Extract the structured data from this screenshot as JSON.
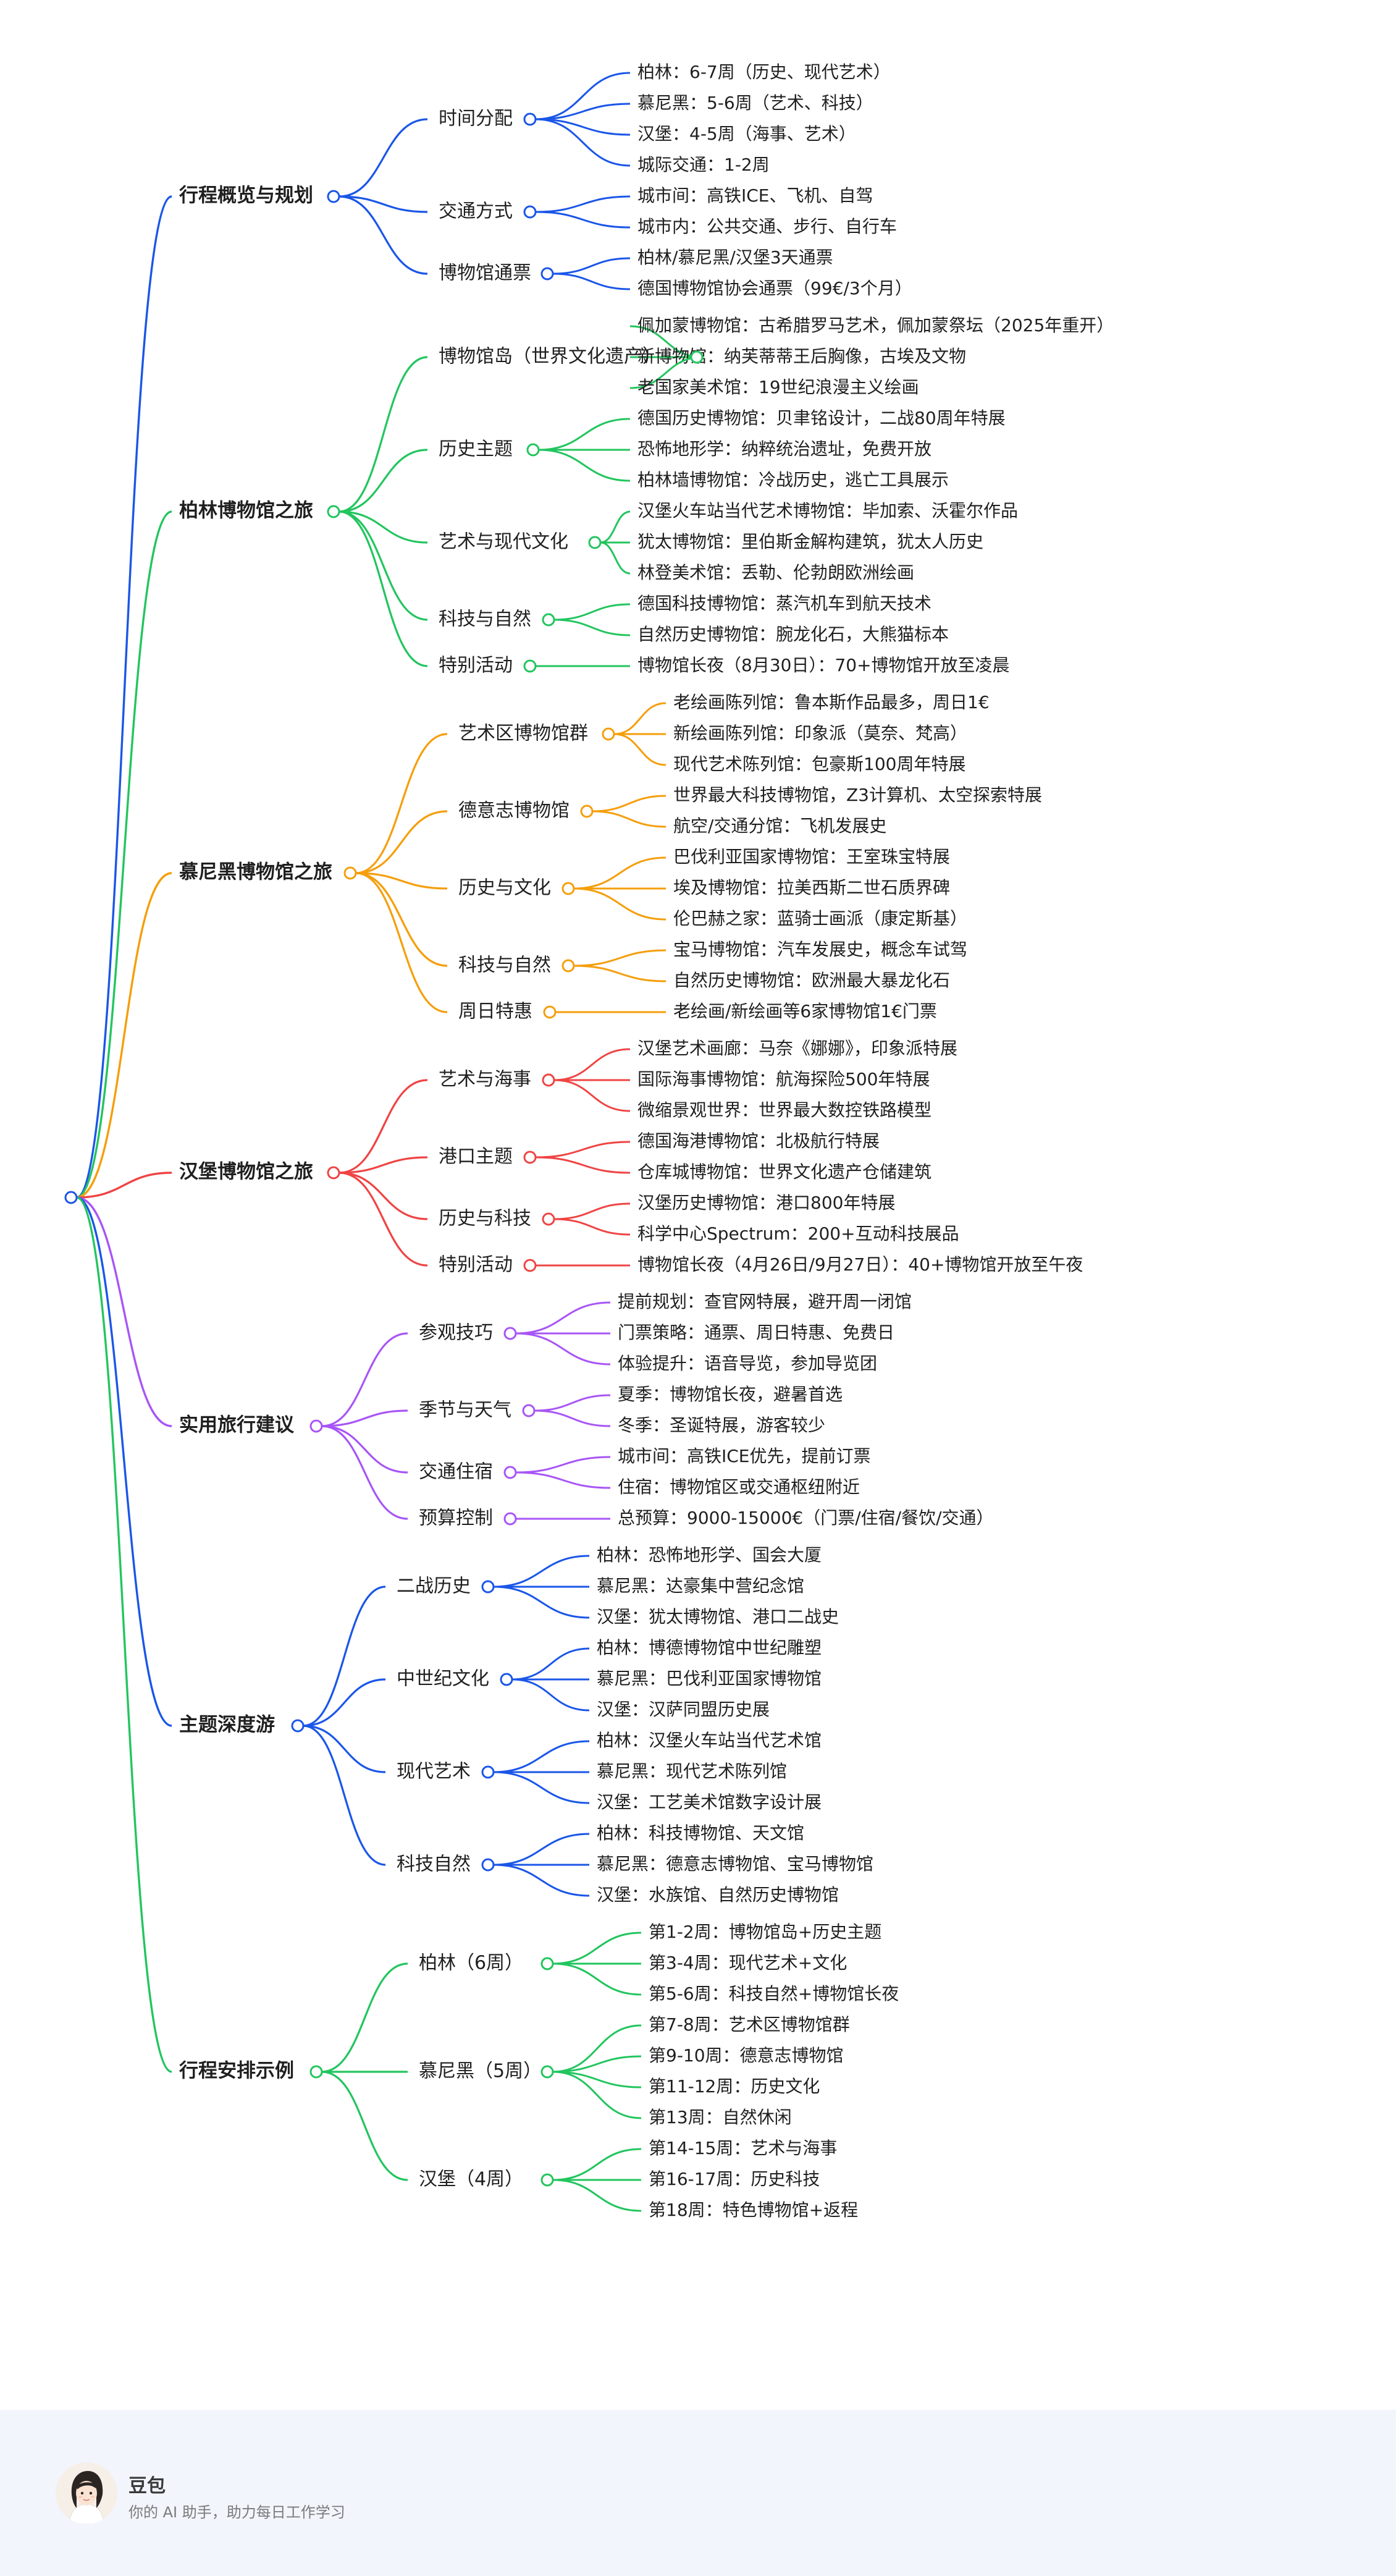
{
  "mindmap": {
    "branches": [
      {
        "label": "行程概览与规划",
        "color": "#1a56e8",
        "children": [
          {
            "label": "时间分配",
            "items": [
              "柏林：6-7周（历史、现代艺术）",
              "慕尼黑：5-6周（艺术、科技）",
              "汉堡：4-5周（海事、艺术）",
              "城际交通：1-2周"
            ]
          },
          {
            "label": "交通方式",
            "items": [
              "城市间：高铁ICE、飞机、自驾",
              "城市内：公共交通、步行、自行车"
            ]
          },
          {
            "label": "博物馆通票",
            "items": [
              "柏林/慕尼黑/汉堡3天通票",
              "德国博物馆协会通票（99€/3个月）"
            ]
          }
        ]
      },
      {
        "label": "柏林博物馆之旅",
        "color": "#22c55e",
        "children": [
          {
            "label": "博物馆岛（世界文化遗产）",
            "items": [
              "佩加蒙博物馆：古希腊罗马艺术，佩加蒙祭坛（2025年重开）",
              "新博物馆：纳芙蒂蒂王后胸像，古埃及文物",
              "老国家美术馆：19世纪浪漫主义绘画"
            ]
          },
          {
            "label": "历史主题",
            "items": [
              "德国历史博物馆：贝聿铭设计，二战80周年特展",
              "恐怖地形学：纳粹统治遗址，免费开放",
              "柏林墙博物馆：冷战历史，逃亡工具展示"
            ]
          },
          {
            "label": "艺术与现代文化",
            "items": [
              "汉堡火车站当代艺术博物馆：毕加索、沃霍尔作品",
              "犹太博物馆：里伯斯金解构建筑，犹太人历史",
              "林登美术馆：丢勒、伦勃朗欧洲绘画"
            ]
          },
          {
            "label": "科技与自然",
            "items": [
              "德国科技博物馆：蒸汽机车到航天技术",
              "自然历史博物馆：腕龙化石，大熊猫标本"
            ]
          },
          {
            "label": "特别活动",
            "items": [
              "博物馆长夜（8月30日）：70+博物馆开放至凌晨"
            ]
          }
        ]
      },
      {
        "label": "慕尼黑博物馆之旅",
        "color": "#f59e0b",
        "children": [
          {
            "label": "艺术区博物馆群",
            "items": [
              "老绘画陈列馆：鲁本斯作品最多，周日1€",
              "新绘画陈列馆：印象派（莫奈、梵高）",
              "现代艺术陈列馆：包豪斯100周年特展"
            ]
          },
          {
            "label": "德意志博物馆",
            "items": [
              "世界最大科技博物馆，Z3计算机、太空探索特展",
              "航空/交通分馆：飞机发展史"
            ]
          },
          {
            "label": "历史与文化",
            "items": [
              "巴伐利亚国家博物馆：王室珠宝特展",
              "埃及博物馆：拉美西斯二世石质界碑",
              "伦巴赫之家：蓝骑士画派（康定斯基）"
            ]
          },
          {
            "label": "科技与自然",
            "items": [
              "宝马博物馆：汽车发展史，概念车试驾",
              "自然历史博物馆：欧洲最大暴龙化石"
            ]
          },
          {
            "label": "周日特惠",
            "items": [
              "老绘画/新绘画等6家博物馆1€门票"
            ]
          }
        ]
      },
      {
        "label": "汉堡博物馆之旅",
        "color": "#ef4444",
        "children": [
          {
            "label": "艺术与海事",
            "items": [
              "汉堡艺术画廊：马奈《娜娜》，印象派特展",
              "国际海事博物馆：航海探险500年特展",
              "微缩景观世界：世界最大数控铁路模型"
            ]
          },
          {
            "label": "港口主题",
            "items": [
              "德国海港博物馆：北极航行特展",
              "仓库城博物馆：世界文化遗产仓储建筑"
            ]
          },
          {
            "label": "历史与科技",
            "items": [
              "汉堡历史博物馆：港口800年特展",
              "科学中心Spectrum：200+互动科技展品"
            ]
          },
          {
            "label": "特别活动",
            "items": [
              "博物馆长夜（4月26日/9月27日）：40+博物馆开放至午夜"
            ]
          }
        ]
      },
      {
        "label": "实用旅行建议",
        "color": "#a855f7",
        "children": [
          {
            "label": "参观技巧",
            "items": [
              "提前规划：查官网特展，避开周一闭馆",
              "门票策略：通票、周日特惠、免费日",
              "体验提升：语音导览，参加导览团"
            ]
          },
          {
            "label": "季节与天气",
            "items": [
              "夏季：博物馆长夜，避暑首选",
              "冬季：圣诞特展，游客较少"
            ]
          },
          {
            "label": "交通住宿",
            "items": [
              "城市间：高铁ICE优先，提前订票",
              "住宿：博物馆区或交通枢纽附近"
            ]
          },
          {
            "label": "预算控制",
            "items": [
              "总预算：9000-15000€（门票/住宿/餐饮/交通）"
            ]
          }
        ]
      },
      {
        "label": "主题深度游",
        "color": "#1a56e8",
        "children": [
          {
            "label": "二战历史",
            "items": [
              "柏林：恐怖地形学、国会大厦",
              "慕尼黑：达豪集中营纪念馆",
              "汉堡：犹太博物馆、港口二战史"
            ]
          },
          {
            "label": "中世纪文化",
            "items": [
              "柏林：博德博物馆中世纪雕塑",
              "慕尼黑：巴伐利亚国家博物馆",
              "汉堡：汉萨同盟历史展"
            ]
          },
          {
            "label": "现代艺术",
            "items": [
              "柏林：汉堡火车站当代艺术馆",
              "慕尼黑：现代艺术陈列馆",
              "汉堡：工艺美术馆数字设计展"
            ]
          },
          {
            "label": "科技自然",
            "items": [
              "柏林：科技博物馆、天文馆",
              "慕尼黑：德意志博物馆、宝马博物馆",
              "汉堡：水族馆、自然历史博物馆"
            ]
          }
        ]
      },
      {
        "label": "行程安排示例",
        "color": "#22c55e",
        "children": [
          {
            "label": "柏林（6周）",
            "items": [
              "第1-2周：博物馆岛+历史主题",
              "第3-4周：现代艺术+文化",
              "第5-6周：科技自然+博物馆长夜"
            ]
          },
          {
            "label": "慕尼黑（5周）",
            "items": [
              "第7-8周：艺术区博物馆群",
              "第9-10周：德意志博物馆",
              "第11-12周：历史文化",
              "第13周：自然休闲"
            ]
          },
          {
            "label": "汉堡（4周）",
            "items": [
              "第14-15周：艺术与海事",
              "第16-17周：历史科技",
              "第18周：特色博物馆+返程"
            ]
          }
        ]
      }
    ]
  },
  "footer": {
    "brand_name": "豆包",
    "tagline": "你的 AI 助手，助力每日工作学习"
  }
}
